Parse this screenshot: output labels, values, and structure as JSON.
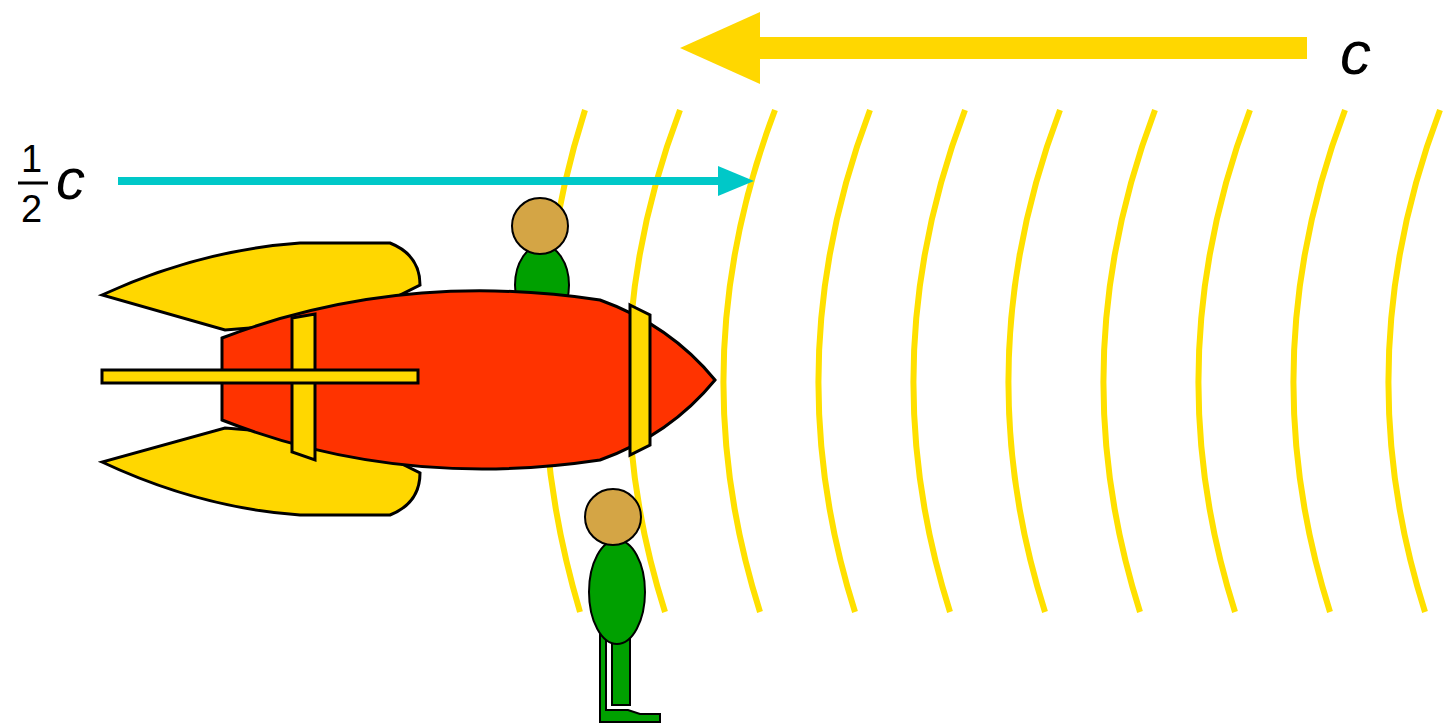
{
  "diagram": {
    "labels": [
      "c",
      "1",
      "2",
      "c"
    ]
  }
}
